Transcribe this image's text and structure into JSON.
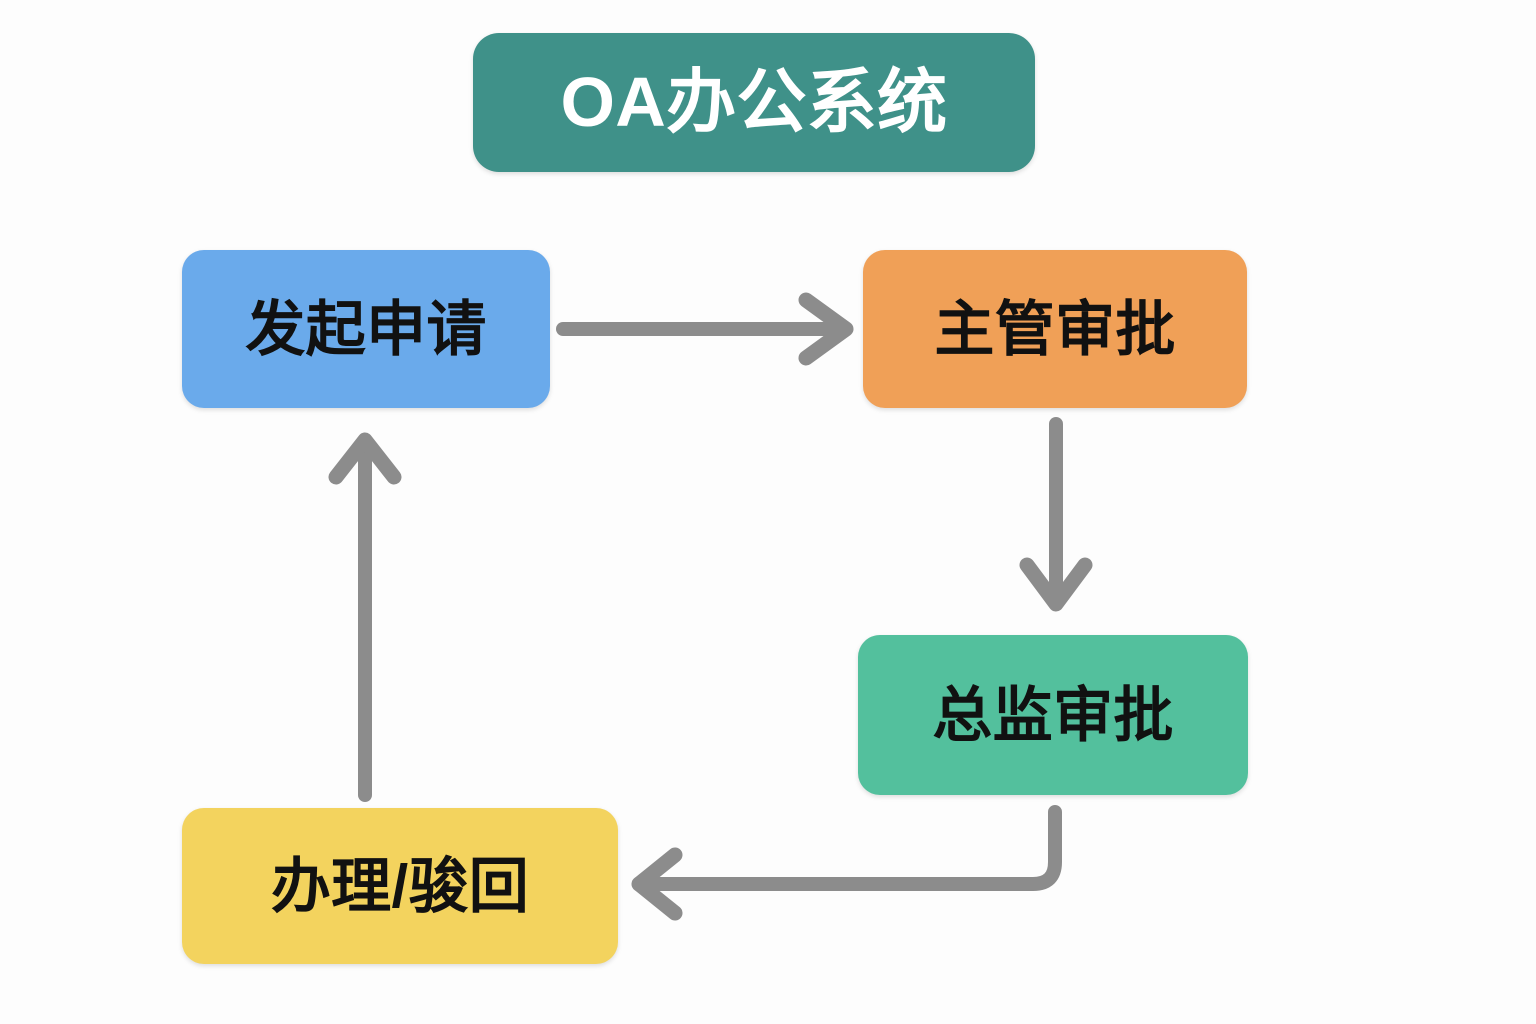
{
  "diagram": {
    "title": "OA办公系统",
    "background_color": "#fdfdfd",
    "title_color": "#3f9189",
    "title_text_color": "#ffffff",
    "arrow_color": "#8c8c8c",
    "nodes": [
      {
        "id": "submit",
        "label": "发起申请",
        "color": "#6aaaeb",
        "text_color": "#111111"
      },
      {
        "id": "supervisor",
        "label": "主管审批",
        "color": "#f0a057",
        "text_color": "#111111"
      },
      {
        "id": "director",
        "label": "总监审批",
        "color": "#53c09d",
        "text_color": "#111111"
      },
      {
        "id": "handle",
        "label": "办理/骏回",
        "color": "#f3d35e",
        "text_color": "#111111"
      }
    ],
    "edges": [
      {
        "id": "submit-to-supervisor",
        "from": "submit",
        "to": "supervisor",
        "direction": "right"
      },
      {
        "id": "supervisor-to-director",
        "from": "supervisor",
        "to": "director",
        "direction": "down"
      },
      {
        "id": "director-to-handle",
        "from": "director",
        "to": "handle",
        "direction": "left"
      },
      {
        "id": "handle-to-submit",
        "from": "handle",
        "to": "submit",
        "direction": "up"
      }
    ]
  }
}
